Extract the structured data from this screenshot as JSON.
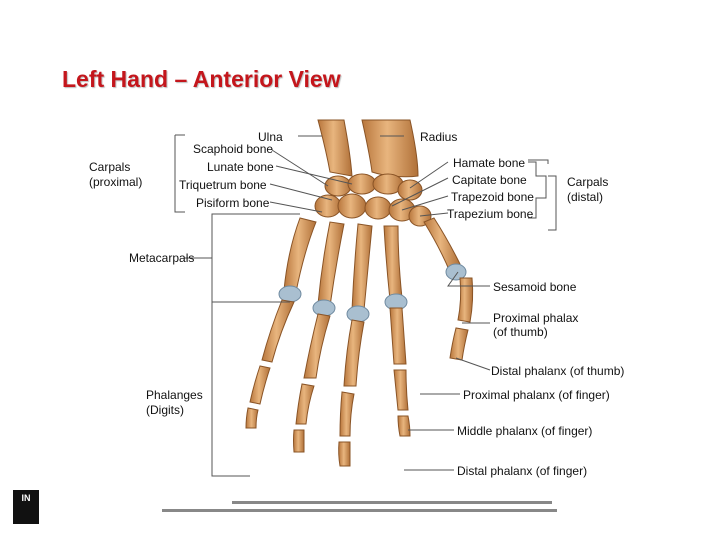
{
  "title": "Left Hand – Anterior View",
  "labels": {
    "ulna": "Ulna",
    "scaphoid": "Scaphoid bone",
    "carpals_proximal_1": "Carpals",
    "carpals_proximal_2": "(proximal)",
    "lunate": "Lunate bone",
    "triquetrum": "Triquetrum bone",
    "pisiform": "Pisiform bone",
    "radius": "Radius",
    "hamate": "Hamate bone",
    "capitate": "Capitate bone",
    "trapezoid": "Trapezoid bone",
    "trapezium": "Trapezium bone",
    "carpals_distal_1": "Carpals",
    "carpals_distal_2": "(distal)",
    "metacarpals": "Metacarpals",
    "sesamoid": "Sesamoid bone",
    "proximal_phalax_thumb_1": "Proximal phalax",
    "proximal_phalax_thumb_2": "(of thumb)",
    "distal_phalanx_thumb": "Distal phalanx (of thumb)",
    "phalanges_1": "Phalanges",
    "phalanges_2": "(Digits)",
    "proximal_phalanx_finger": "Proximal phalanx (of finger)",
    "middle_phalanx_finger": "Middle phalanx (of finger)",
    "distal_phalanx_finger": "Distal phalanx (of finger)"
  },
  "logo_text": "IN",
  "colors": {
    "title": "#c4161c",
    "bone": "#d9a066",
    "bone_dark": "#a86b35",
    "cartilage": "#a9bfd0",
    "leader": "#555555"
  }
}
